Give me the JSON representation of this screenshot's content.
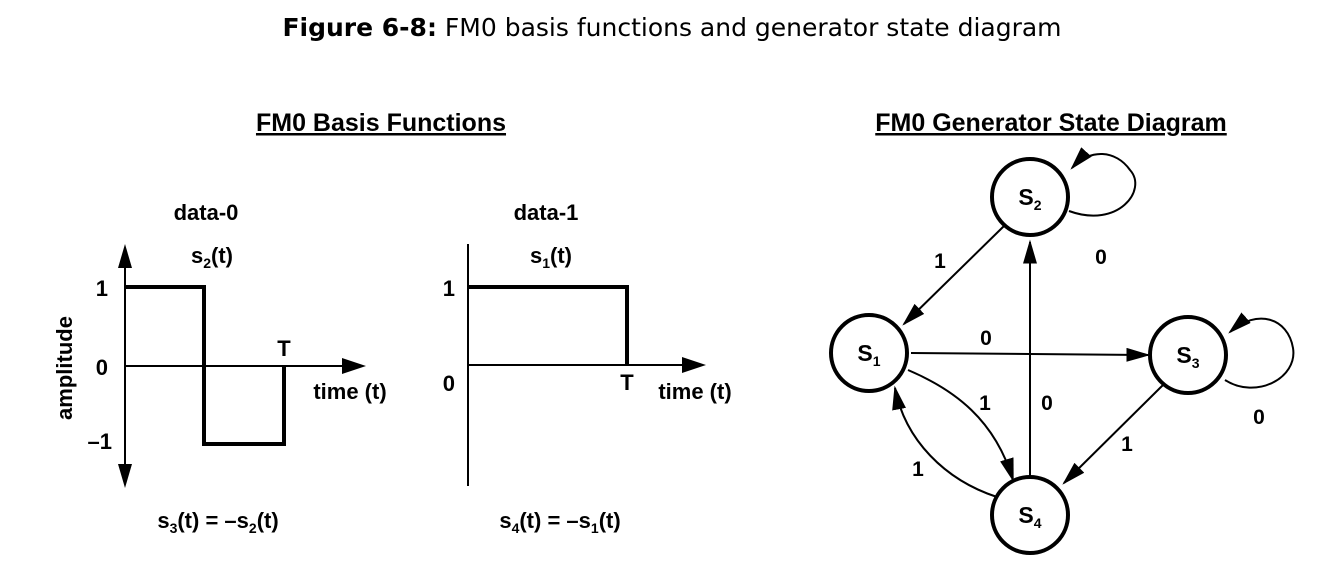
{
  "caption": {
    "bold": "Figure 6-8:",
    "text": " FM0 basis functions and generator state diagram"
  },
  "basis": {
    "heading": "FM0 Basis Functions",
    "y_axis_label": "amplitude",
    "data0": {
      "title": "data-0",
      "func": {
        "base": "s",
        "sub": "2",
        "rest": "(t)"
      },
      "tick_1": "1",
      "tick_0": "0",
      "tick_minus1": "–1",
      "T_label": "T",
      "x_label": "time (t)",
      "relation": {
        "a": "s",
        "a_sub": "3",
        "b": "(t) = –s",
        "b_sub": "2",
        "c": "(t)"
      }
    },
    "data1": {
      "title": "data-1",
      "func": {
        "base": "s",
        "sub": "1",
        "rest": "(t)"
      },
      "tick_1": "1",
      "tick_0": "0",
      "T_label": "T",
      "x_label": "time (t)",
      "relation": {
        "a": "s",
        "a_sub": "4",
        "b": "(t) = –s",
        "b_sub": "1",
        "c": "(t)"
      }
    }
  },
  "state_diagram": {
    "heading": "FM0 Generator State Diagram",
    "states": {
      "s1": {
        "base": "S",
        "sub": "1"
      },
      "s2": {
        "base": "S",
        "sub": "2"
      },
      "s3": {
        "base": "S",
        "sub": "3"
      },
      "s4": {
        "base": "S",
        "sub": "4"
      }
    },
    "edges": {
      "s2_to_s1": "1",
      "s2_self": "0",
      "s1_to_s3": "0",
      "s3_self": "0",
      "s1_to_s4": "1",
      "s4_to_s2": "0",
      "s3_to_s4": "1",
      "s4_to_s1": "1"
    }
  }
}
